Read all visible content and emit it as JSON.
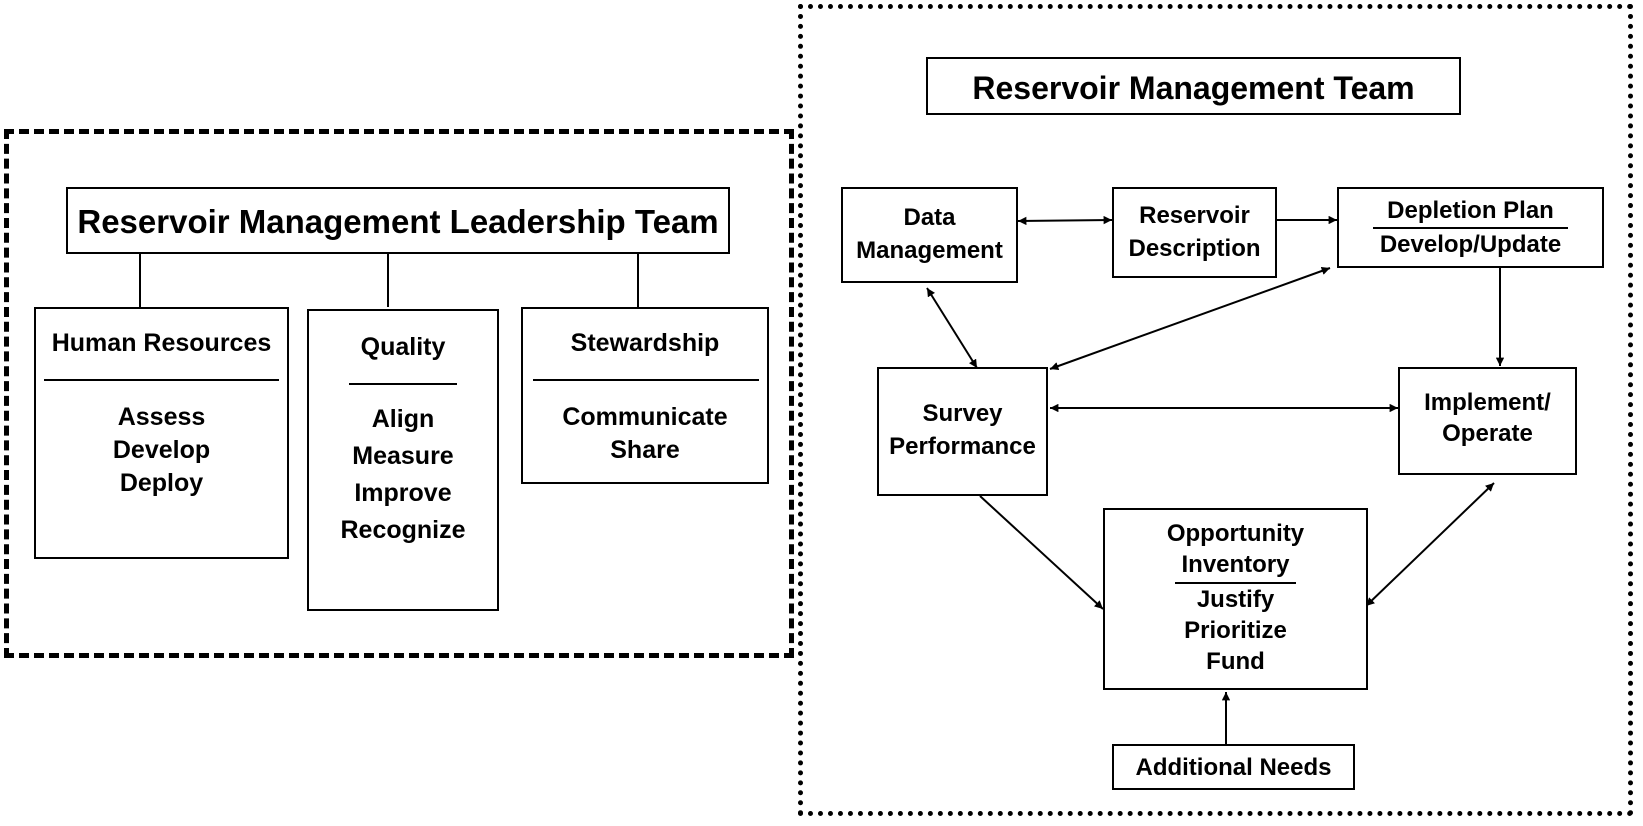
{
  "leadership": {
    "title": "Reservoir Management Leadership Team",
    "human_resources": {
      "heading": "Human Resources",
      "items": [
        "Assess",
        "Develop",
        "Deploy"
      ]
    },
    "quality": {
      "heading": "Quality",
      "items": [
        "Align",
        "Measure",
        "Improve",
        "Recognize"
      ]
    },
    "stewardship": {
      "heading": "Stewardship",
      "items": [
        "Communicate",
        "Share"
      ]
    }
  },
  "team": {
    "title": "Reservoir Management Team",
    "data_management": [
      "Data",
      "Management"
    ],
    "reservoir_description": [
      "Reservoir",
      "Description"
    ],
    "depletion_plan": {
      "heading": "Depletion Plan",
      "sub": "Develop/Update"
    },
    "survey_performance": [
      "Survey",
      "Performance"
    ],
    "implement_operate": [
      "Implement/",
      "Operate"
    ],
    "opportunity": {
      "heading": [
        "Opportunity",
        "Inventory"
      ],
      "items": [
        "Justify",
        "Prioritize",
        "Fund"
      ]
    },
    "additional_needs": "Additional Needs"
  }
}
